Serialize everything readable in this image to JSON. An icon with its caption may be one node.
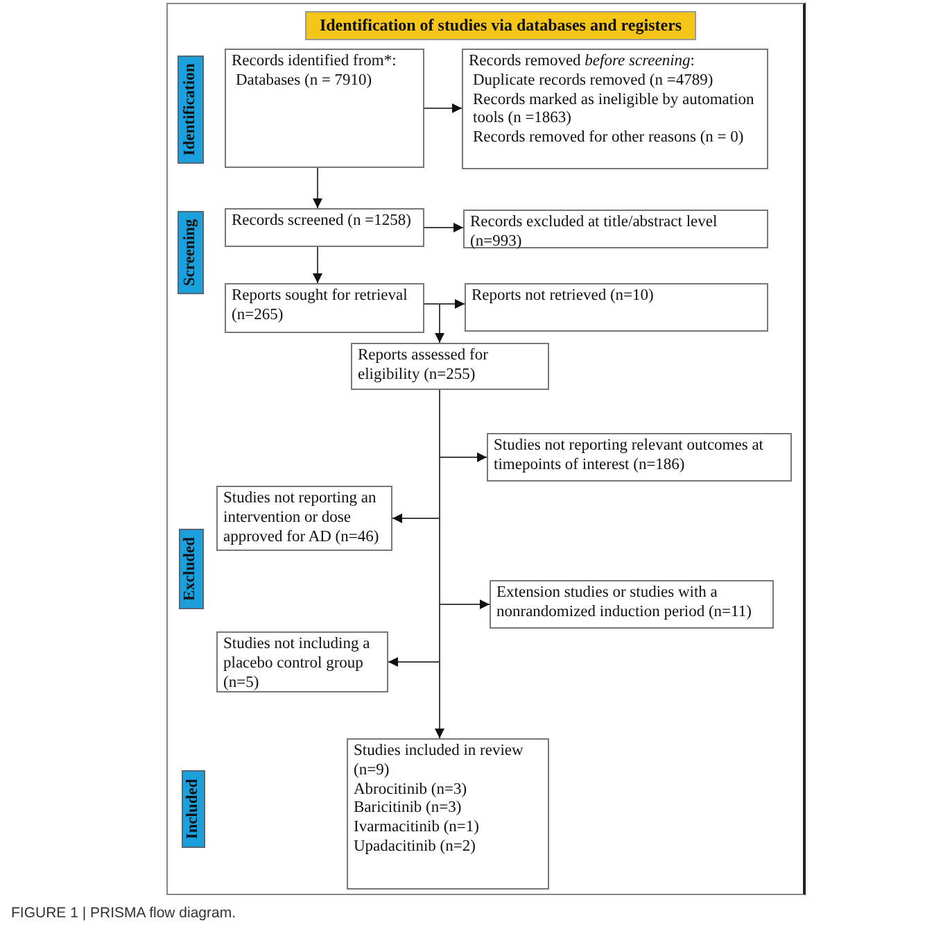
{
  "diagram": {
    "caption": "FIGURE 1 | PRISMA flow diagram.",
    "nodes": [
      {
        "text": [
          "Identification of studies via databases and registers"
        ]
      },
      {
        "text": [
          "Identification"
        ]
      },
      {
        "text": [
          "Records identified from*:",
          "Databases (n = 7910)"
        ]
      },
      {
        "text": [
          "Records removed *before screening*:",
          "Duplicate records removed (n =4789)",
          "Records marked as ineligible by automation tools (n =1863)",
          "Records removed for other reasons (n = 0)"
        ]
      },
      {
        "text": [
          "Screening"
        ]
      },
      {
        "text": [
          "Records screened (n =1258)"
        ]
      },
      {
        "text": [
          "Records excluded at title/abstract level (n=993)"
        ]
      },
      {
        "text": [
          "Reports sought for retrieval (n=265)"
        ]
      },
      {
        "text": [
          "Reports not retrieved (n=10)"
        ]
      },
      {
        "text": [
          "Reports assessed for eligibility (n=255)"
        ]
      },
      {
        "text": [
          "Studies not reporting relevant outcomes at timepoints of interest (n=186)"
        ]
      },
      {
        "text": [
          "Studies not reporting an intervention or dose approved for AD (n=46)"
        ]
      },
      {
        "text": [
          "Excluded"
        ]
      },
      {
        "text": [
          "Extension studies or studies with a nonrandomized induction period (n=11)"
        ]
      },
      {
        "text": [
          "Studies not including a placebo control group (n=5)"
        ]
      },
      {
        "text": [
          "Included"
        ]
      },
      {
        "text": [
          "Studies included in review (n=9)",
          "Abrocitinib (n=3)",
          "Baricitinib (n=3)",
          "Ivarmacitinib (n=1)",
          "Upadacitinib (n=2)"
        ]
      }
    ],
    "edges": [
      {
        "from": 2,
        "to": 3,
        "arrow": "to"
      },
      {
        "from": 2,
        "to": 5,
        "arrow": "to"
      },
      {
        "from": 5,
        "to": 6,
        "arrow": "to"
      },
      {
        "from": 5,
        "to": 7,
        "arrow": "to"
      },
      {
        "from": 7,
        "to": 8,
        "arrow": "to"
      },
      {
        "from": 7,
        "to": 9,
        "arrow": "to"
      },
      {
        "from": 9,
        "to": 10,
        "arrow": "to"
      },
      {
        "from": 9,
        "to": 11,
        "arrow": "to"
      },
      {
        "from": 9,
        "to": 13,
        "arrow": "to"
      },
      {
        "from": 9,
        "to": 14,
        "arrow": "to"
      },
      {
        "from": 9,
        "to": 16,
        "arrow": "to"
      }
    ]
  }
}
